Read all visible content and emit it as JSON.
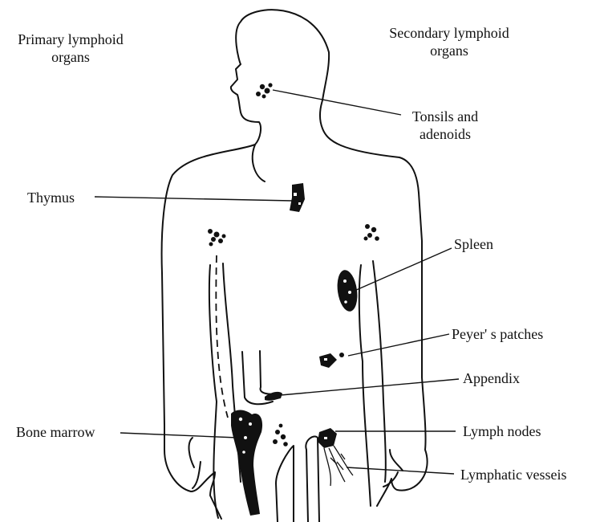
{
  "headings": {
    "primary": "Primary lymphoid\norgans",
    "secondary": "Secondary lymphoid\norgans"
  },
  "labels": {
    "tonsils": "Tonsils and\nadenoids",
    "thymus": "Thymus",
    "spleen": "Spleen",
    "peyers": "Peyer' s patches",
    "appendix": "Appendix",
    "bone_marrow": "Bone marrow",
    "lymph_nodes": "Lymph nodes",
    "lymphatic": "Lymphatic vesseis"
  },
  "colors": {
    "ink": "#111111",
    "background": "#ffffff"
  }
}
